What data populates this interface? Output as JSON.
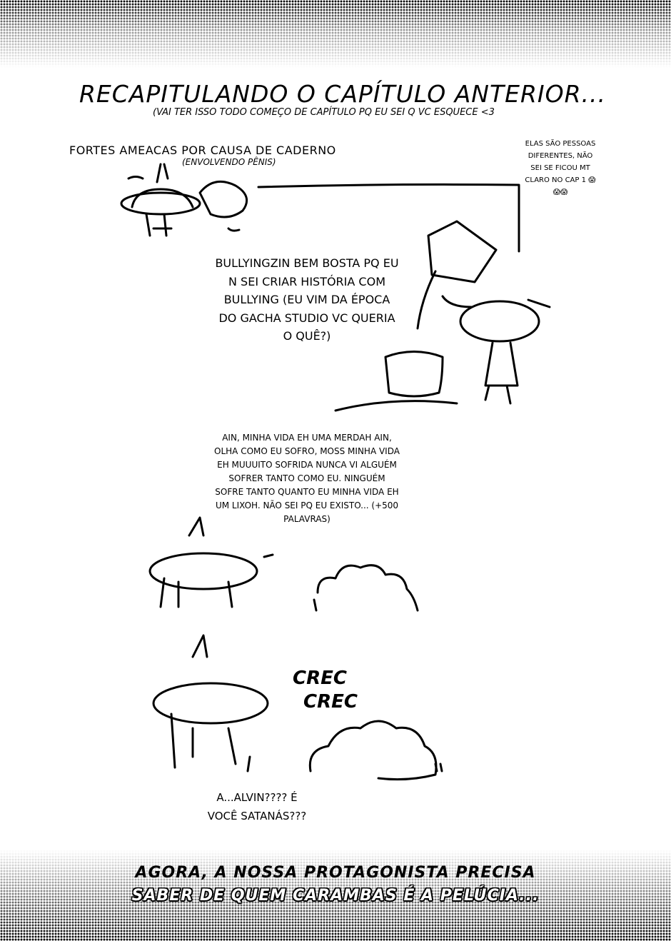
{
  "header": {
    "title": "Recapitulando o capítulo anterior...",
    "subtitle": "(vai ter isso todo começo de capítulo pq eu sei q vc esquece <3"
  },
  "panel1": {
    "caption": "Fortes ameacas por causa de caderno",
    "caption_note": "(envolvendo pênis)"
  },
  "side_note": "Elas são pessoas diferentes, não sei se ficou mt claro no cap 1 😱😱😱",
  "panel2": {
    "caption": "Bullyingzin bem bosta pq eu n sei criar história com bullying (eu vim da época do gacha studio vc queria o quê?)"
  },
  "panel3": {
    "speech": "Ain, minha vida eh uma merdah ain, olha como eu sofro, moss minha vida eh muuuito sofrida nunca vi alguém sofrer tanto como eu. Ninguém sofre tanto quanto eu minha vida eh um lixoh. Não sei pq eu existo... (+500 palavras)"
  },
  "panel4": {
    "sfx": [
      "CREC",
      "CREC"
    ],
    "speech": "A...Alvin???? É você satanás???"
  },
  "footer": {
    "line1": "Agora, a nossa protagonista precisa",
    "line2": "saber de quem carambas é a pelúcia..."
  }
}
